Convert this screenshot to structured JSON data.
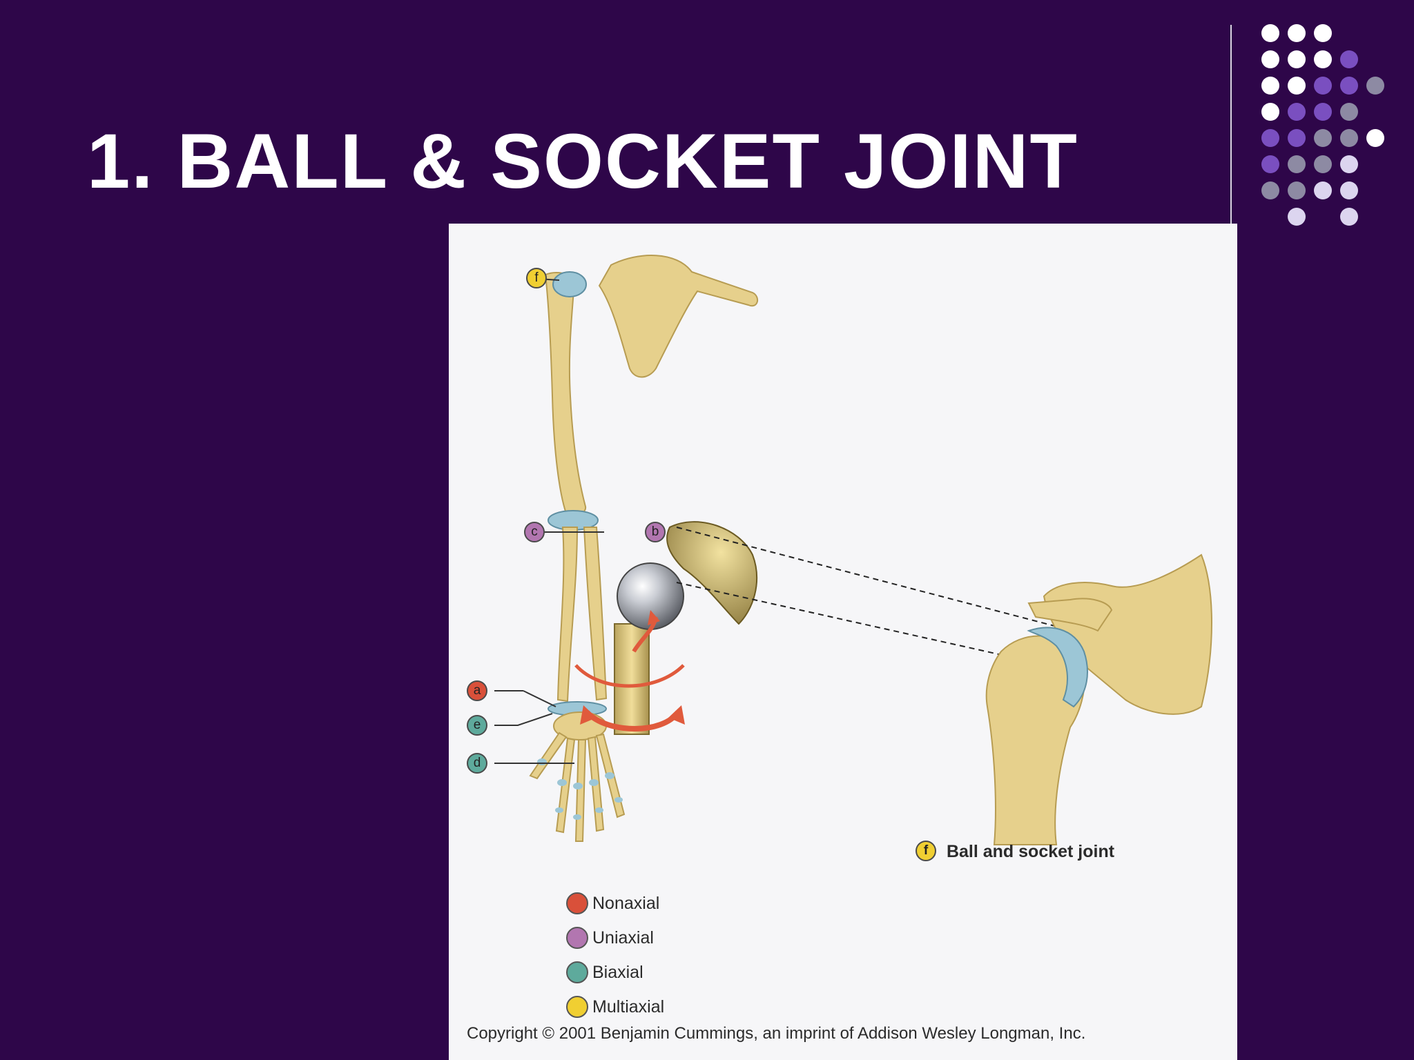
{
  "slide": {
    "title": "1. BALL & SOCKET JOINT"
  },
  "figure": {
    "callouts": {
      "f": "f",
      "c": "c",
      "b": "b",
      "a": "a",
      "e": "e",
      "d": "d"
    },
    "ball_label_letter": "f",
    "ball_label": "Ball and socket joint",
    "legend": [
      {
        "label": "Nonaxial",
        "color": "#d9503a"
      },
      {
        "label": "Uniaxial",
        "color": "#b276b0"
      },
      {
        "label": "Biaxial",
        "color": "#5eaa9c"
      },
      {
        "label": "Multiaxial",
        "color": "#f0cf32"
      }
    ],
    "copyright": "Copyright © 2001 Benjamin Cummings, an imprint of Addison Wesley Longman, Inc."
  },
  "colors": {
    "background": "#2e0649",
    "bone": "#e6d08c",
    "cartilage": "#9cc6d6",
    "arrow": "#e05a3c",
    "dot_white": "#ffffff",
    "dot_purple": "#7a4fc0",
    "dot_gray": "#8d8aa3",
    "dot_lavender": "#dcd5ef"
  }
}
